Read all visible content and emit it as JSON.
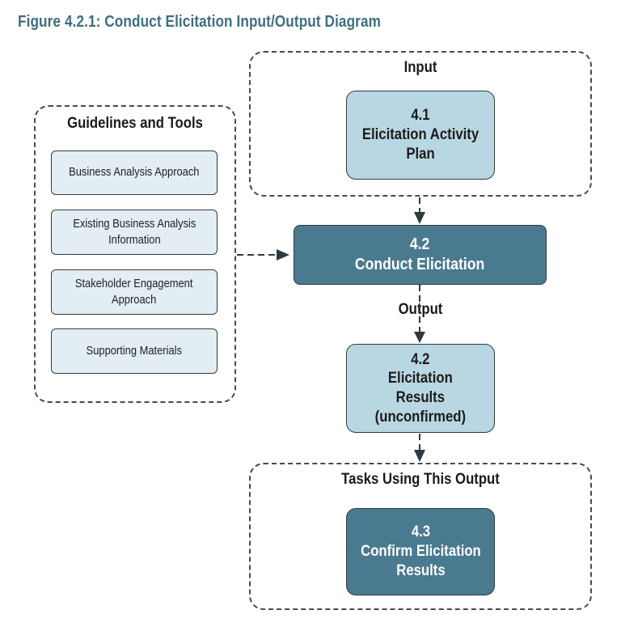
{
  "figure_title": "Figure 4.2.1: Conduct Elicitation Input/Output Diagram",
  "input_group": {
    "label": "Input",
    "item": {
      "number": "4.1",
      "line1": "Elicitation Activity",
      "line2": "Plan"
    }
  },
  "guidelines": {
    "label": "Guidelines and Tools",
    "items": [
      {
        "line1": "Business Analysis Approach",
        "line2": ""
      },
      {
        "line1": "Existing Business Analysis",
        "line2": "Information"
      },
      {
        "line1": "Stakeholder Engagement",
        "line2": "Approach"
      },
      {
        "line1": "Supporting Materials",
        "line2": ""
      }
    ]
  },
  "task": {
    "number": "4.2",
    "name": "Conduct Elicitation"
  },
  "output_label": "Output",
  "output": {
    "number": "4.2",
    "line1": "Elicitation",
    "line2": "Results",
    "line3": "(unconfirmed)"
  },
  "tasks_group": {
    "label": "Tasks Using This Output",
    "item": {
      "number": "4.3",
      "line1": "Confirm Elicitation",
      "line2": "Results"
    }
  },
  "colors": {
    "dark_box": "#4a7a8f",
    "light_box": "#b9d7e2",
    "tool_box": "#e2eef4",
    "title": "#3f6f80"
  }
}
